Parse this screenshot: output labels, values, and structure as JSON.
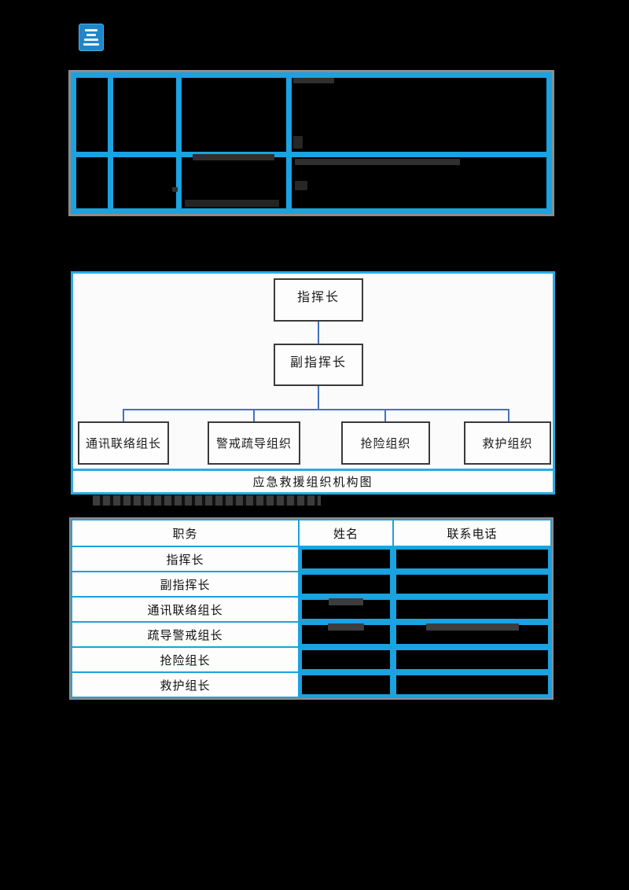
{
  "page": {
    "background_color": "#000000",
    "accent_blue": "#29abe2",
    "connector_blue": "#4472c4"
  },
  "logo": {
    "name": "company-logo"
  },
  "top_table": {
    "description": "redacted information table",
    "rows": 2,
    "cols": 4,
    "redacted": true
  },
  "org_chart": {
    "caption": "应急救援组织机构图",
    "commander": "指挥长",
    "deputy": "副指挥长",
    "groups": [
      "通讯联络组长",
      "警戒疏导组织",
      "抢险组织",
      "救护组织"
    ]
  },
  "contact_table": {
    "headers": [
      "职务",
      "姓名",
      "联系电话"
    ],
    "rows": [
      {
        "position": "指挥长",
        "name": "",
        "phone": ""
      },
      {
        "position": "副指挥长",
        "name": "",
        "phone": ""
      },
      {
        "position": "通讯联络组长",
        "name": "",
        "phone": ""
      },
      {
        "position": "疏导警戒组长",
        "name": "",
        "phone": ""
      },
      {
        "position": "抢险组长",
        "name": "",
        "phone": ""
      },
      {
        "position": "救护组长",
        "name": "",
        "phone": ""
      }
    ],
    "redacted_columns": [
      "姓名",
      "联系电话"
    ]
  }
}
